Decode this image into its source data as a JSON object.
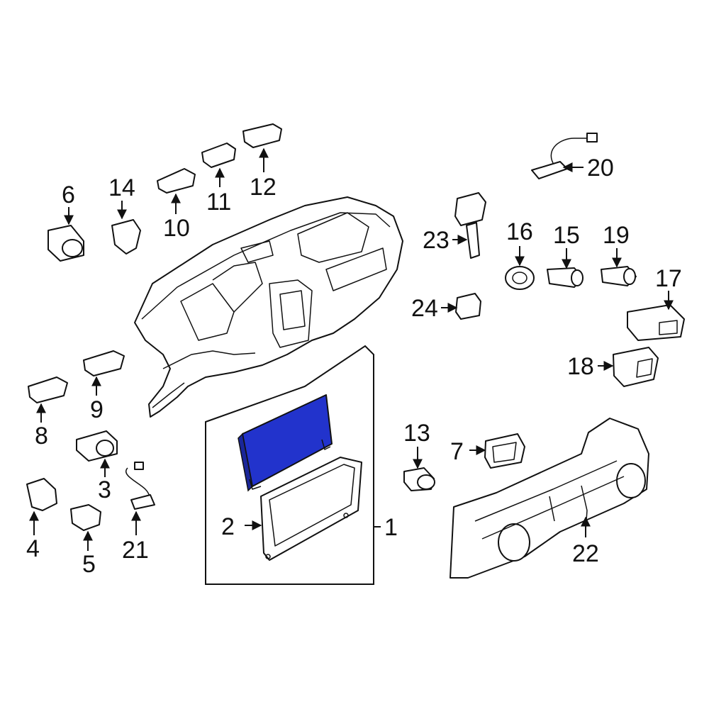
{
  "diagram": {
    "highlight_color": "#2233cc",
    "callouts": {
      "c1": "1",
      "c2": "2",
      "c3": "3",
      "c4": "4",
      "c5": "5",
      "c6": "6",
      "c7": "7",
      "c8": "8",
      "c9": "9",
      "c10": "10",
      "c11": "11",
      "c12": "12",
      "c13": "13",
      "c14": "14",
      "c15": "15",
      "c16": "16",
      "c17": "17",
      "c18": "18",
      "c19": "19",
      "c20": "20",
      "c21": "21",
      "c22": "22",
      "c23": "23",
      "c24": "24"
    }
  }
}
